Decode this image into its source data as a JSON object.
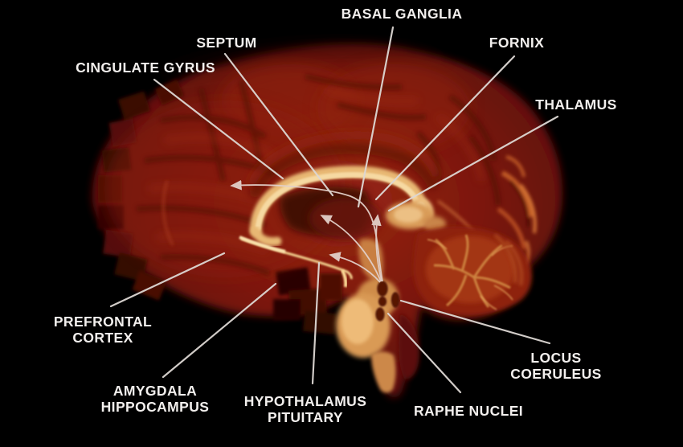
{
  "figure": {
    "type": "annotated-sagittal-brain-diagram",
    "labels": {
      "basal_ganglia": "BASAL GANGLIA",
      "septum": "SEPTUM",
      "cingulate_gyrus": "CINGULATE GYRUS",
      "fornix": "FORNIX",
      "thalamus": "THALAMUS",
      "prefrontal_cortex": "PREFRONTAL\nCORTEX",
      "amygdala_hippocampus": "AMYGDALA\nHIPPOCAMPUS",
      "hypothalamus_pituitary": "HYPOTHALAMUS\nPITUITARY",
      "raphe_nuclei": "RAPHE NUCLEI",
      "locus_coeruleus": "LOCUS\nCOERULEUS"
    },
    "colors": {
      "background": "#000000",
      "label_text": "#f2efed",
      "leader_line": "#ddd7d3",
      "projection_arrow": "#e2cfc8",
      "cortex_red": "#7c180c",
      "cortex_dark_rim": "#3c0804",
      "bright_structure": "#f0c98c",
      "cerebellum_branch": "#d18b44",
      "nuclei_dark": "#581206"
    }
  }
}
